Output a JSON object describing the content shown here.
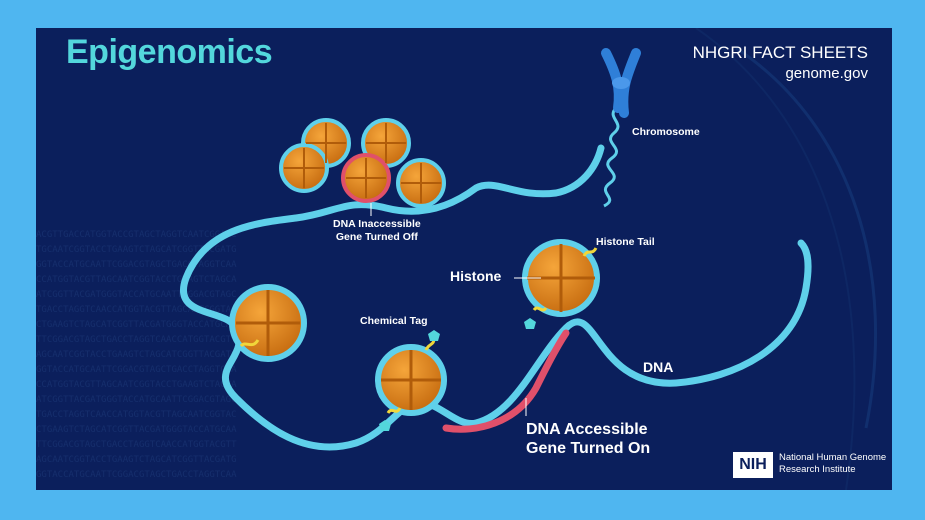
{
  "title": "Epigenomics",
  "brand": {
    "fact_sheets": "NHGRI FACT SHEETS",
    "site": "genome.gov"
  },
  "labels": {
    "chromosome": "Chromosome",
    "dna_inaccessible_1": "DNA Inaccessible",
    "dna_inaccessible_2": "Gene Turned Off",
    "histone_tail": "Histone Tail",
    "histone": "Histone",
    "chemical_tag": "Chemical Tag",
    "dna": "DNA",
    "dna_accessible_1": "DNA Accessible",
    "dna_accessible_2": "Gene Turned On"
  },
  "nih": {
    "mark": "NIH",
    "line1": "National Human Genome",
    "line2": "Research Institute"
  },
  "colors": {
    "background": "#0b1f5c",
    "frame": "#4fb6f0",
    "title": "#53d7dc",
    "dna_strand": "#5fd0ea",
    "histone": "#e8891a",
    "accessible_dna": "#e0506a",
    "chemical_tag": "#f1d63a"
  }
}
